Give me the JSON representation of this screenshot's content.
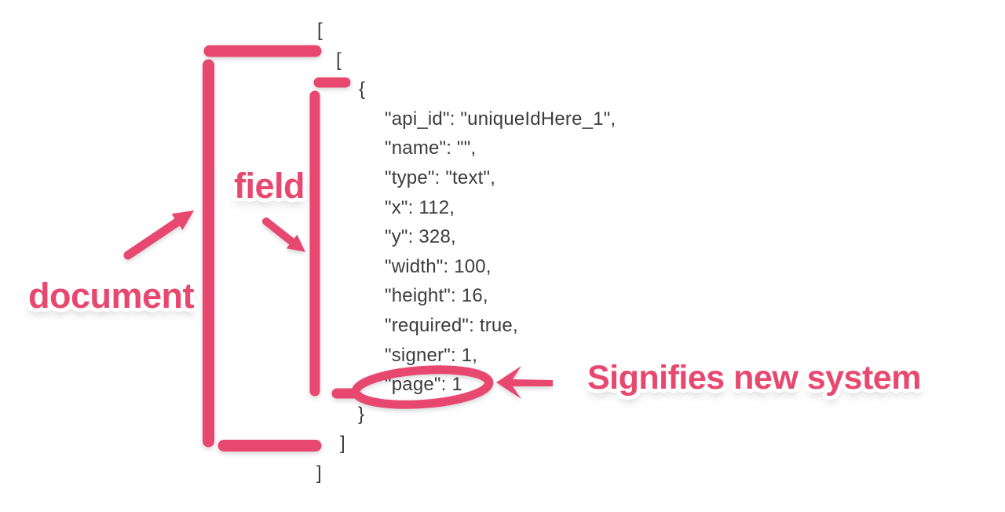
{
  "colors": {
    "accent_pink": "#e8486f",
    "code_text": "#3c3c3c",
    "background": "#ffffff"
  },
  "code": {
    "lines": [
      {
        "id": "open-bracket-outer",
        "text": "["
      },
      {
        "id": "open-bracket-inner",
        "text": "["
      },
      {
        "id": "open-brace",
        "text": "{"
      },
      {
        "id": "prop-api-id",
        "text": "\"api_id\": \"uniqueIdHere_1\","
      },
      {
        "id": "prop-name",
        "text": "\"name\": \"\","
      },
      {
        "id": "prop-type",
        "text": "\"type\": \"text\","
      },
      {
        "id": "prop-x",
        "text": "\"x\": 112,"
      },
      {
        "id": "prop-y",
        "text": "\"y\": 328,"
      },
      {
        "id": "prop-width",
        "text": "\"width\": 100,"
      },
      {
        "id": "prop-height",
        "text": "\"height\": 16,"
      },
      {
        "id": "prop-required",
        "text": "\"required\": true,"
      },
      {
        "id": "prop-signer",
        "text": "\"signer\": 1,"
      },
      {
        "id": "prop-page",
        "text": "\"page\": 1"
      },
      {
        "id": "close-brace",
        "text": "}"
      },
      {
        "id": "close-bracket-inner",
        "text": "]"
      },
      {
        "id": "close-bracket-outer",
        "text": "]"
      }
    ]
  },
  "annotations": {
    "document_label": "document",
    "field_label": "field",
    "signifies_label": "Signifies new system"
  }
}
